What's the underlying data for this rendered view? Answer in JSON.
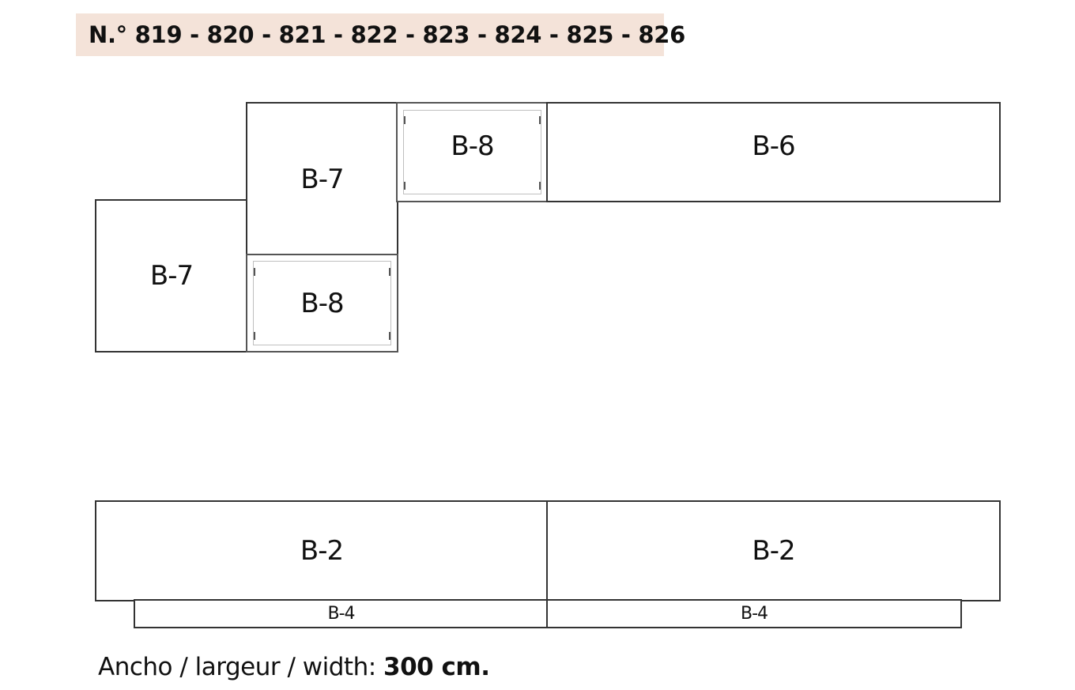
{
  "title": "N.° 819 - 820 - 821 - 822 - 823 - 824 - 825 - 826",
  "modules": {
    "b7_left": "B-7",
    "b7_top": "B-7",
    "b8_lower": "B-8",
    "b8_upper": "B-8",
    "b6": "B-6",
    "b2_left": "B-2",
    "b2_right": "B-2",
    "b4_left": "B-4",
    "b4_right": "B-4"
  },
  "footer": {
    "label": "Ancho / largeur / width: ",
    "value": "300 cm."
  },
  "colors": {
    "title_background": "#f4e3d9",
    "line": "#333333"
  }
}
